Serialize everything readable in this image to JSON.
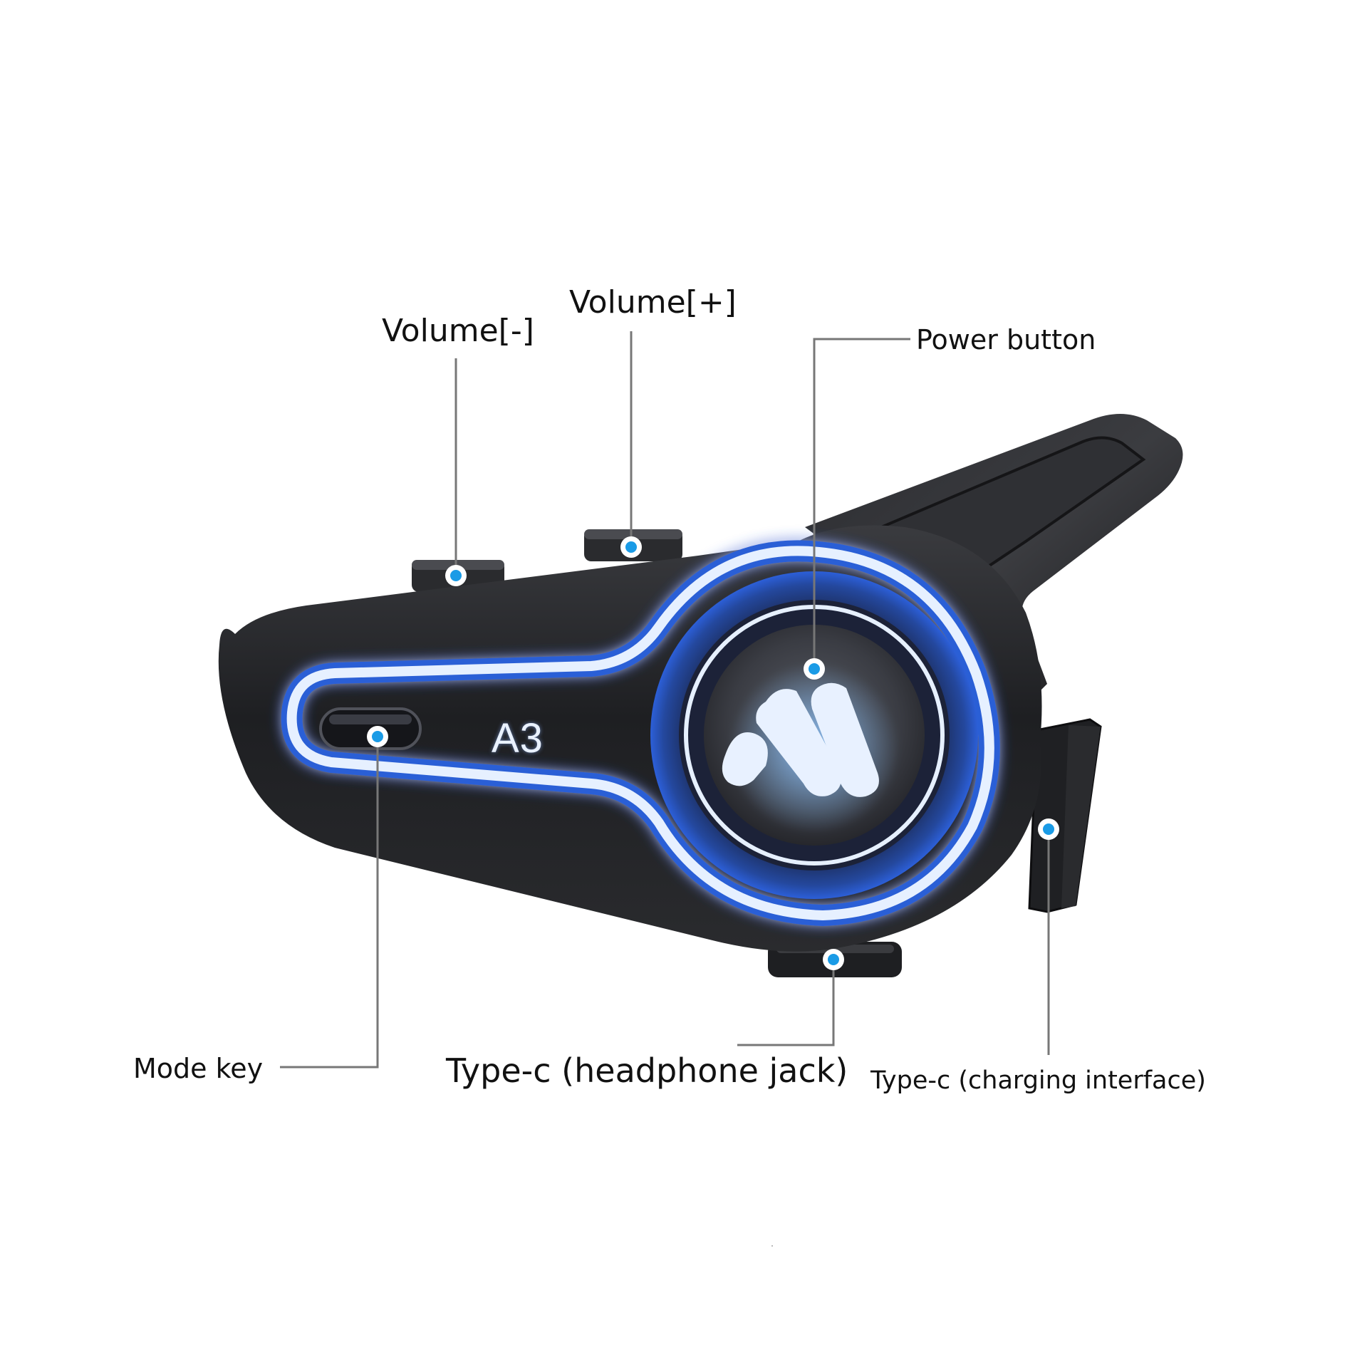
{
  "device": {
    "model": "A3",
    "logo_icon": "stylized-m-logo",
    "accent_color": "#2a5fd6",
    "glow_color": "#e6f0ff",
    "body_color": "#1e1f22"
  },
  "callouts": [
    {
      "id": "volume-minus",
      "label": "Volume[-]"
    },
    {
      "id": "volume-plus",
      "label": "Volume[+]"
    },
    {
      "id": "power",
      "label": "Power button"
    },
    {
      "id": "mode",
      "label": "Mode key"
    },
    {
      "id": "headphone",
      "label": "Type-c (headphone jack)"
    },
    {
      "id": "charging",
      "label": "Type-c (charging interface)"
    }
  ],
  "colors": {
    "callout_dot": "#1a9be6",
    "callout_ring": "#ffffff",
    "leader_line": "#777777",
    "label_text": "#111111"
  }
}
